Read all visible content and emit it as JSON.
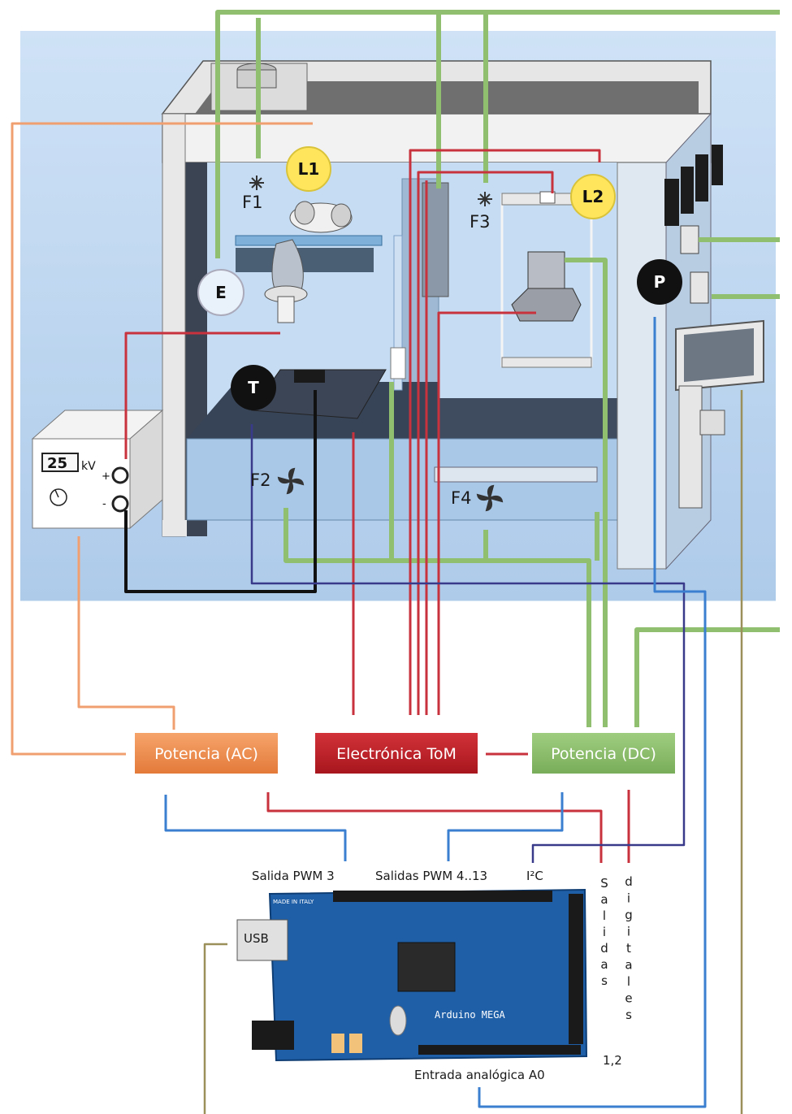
{
  "labels": {
    "L1": "L1",
    "L2": "L2",
    "E": "E",
    "T": "T",
    "P": "P",
    "F1": "F1",
    "F2": "F2",
    "F3": "F3",
    "F4": "F4"
  },
  "power_supply": {
    "display": "25",
    "unit": "kV",
    "plus": "+",
    "minus": "-"
  },
  "boxes": {
    "ac": "Potencia (AC)",
    "tom": "Electrónica ToM",
    "dc": "Potencia (DC)"
  },
  "arduino": {
    "pwm3": "Salida PWM 3",
    "pwm4_13": "Salidas PWM 4..13",
    "i2c": "I²C",
    "usb": "USB",
    "analog_in": "Entrada analógica  A0",
    "salidas": "Salidas",
    "digitales": "digitales",
    "pins": "1,2",
    "board_name": "Arduino MEGA",
    "made_in": "MADE IN ITALY"
  },
  "colors": {
    "green": "#8fbf6f",
    "orange": "#f0a070",
    "red": "#c8323c",
    "blue": "#3a7fd0",
    "navy": "#3a3a8a",
    "olive": "#9b8f5a",
    "black": "#111111",
    "ac_box": "#ee8548",
    "tom_box": "#b81e25",
    "dc_box": "#86bb66"
  }
}
